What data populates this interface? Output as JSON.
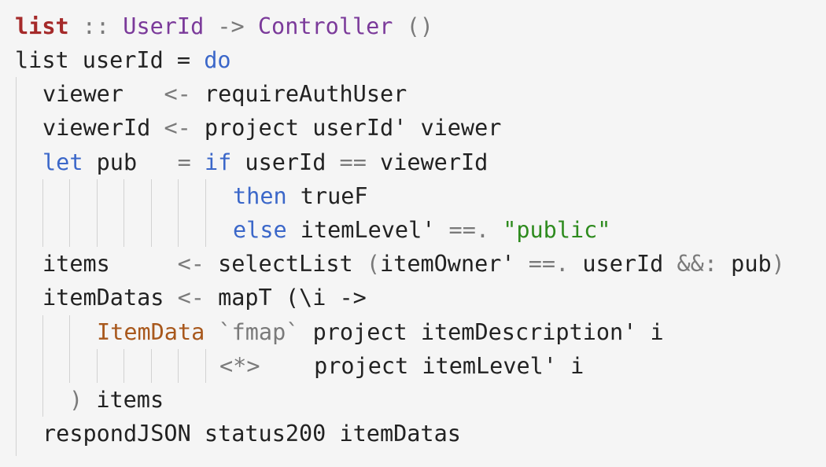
{
  "code": {
    "l1": {
      "fn": "list",
      "sep": " :: ",
      "t1": "UserId",
      "arrow": " -> ",
      "t2": "Controller",
      "unit": " ()"
    },
    "l2": {
      "a": "list userId ",
      "eq": "=",
      "sp": " ",
      "kw_do": "do"
    },
    "l3": {
      "name": "viewer   ",
      "op": "<-",
      "rest": " requireAuthUser"
    },
    "l4": {
      "name": "viewerId ",
      "op": "<-",
      "rest": " project userId' viewer"
    },
    "l5": {
      "kw_let": "let",
      "name": " pub   ",
      "eq": "=",
      "sp": " ",
      "kw_if": "if",
      "a": " userId ",
      "op": "==",
      "b": " viewerId"
    },
    "l6": {
      "kw_then": "then",
      "rest": " trueF"
    },
    "l7": {
      "kw_else": "else",
      "a": " itemLevel' ",
      "op": "==.",
      "sp": " ",
      "str": "\"public\""
    },
    "l8": {
      "name": "items     ",
      "op": "<-",
      "a": " selectList ",
      "p1": "(",
      "b": "itemOwner' ",
      "op2": "==.",
      "c": " userId ",
      "op3": "&&:",
      "d": " pub",
      "p2": ")"
    },
    "l9": {
      "name": "itemDatas ",
      "op": "<-",
      "a": " mapT ",
      "p": "(\\i ->"
    },
    "l10": {
      "con": "ItemData",
      "sp": " ",
      "tick": "`fmap`",
      "rest": " project itemDescription' i"
    },
    "l11": {
      "op": "<*>",
      "rest": "    project itemLevel' i"
    },
    "l12": {
      "p": ")",
      "rest": " items"
    },
    "l13": {
      "text": "respondJSON status200 itemDatas"
    }
  },
  "colors": {
    "background": "#f5f5f5",
    "text": "#222222",
    "function_name": "#a52a2a",
    "type": "#7b3a9a",
    "keyword": "#3b67c9",
    "string": "#2e8b1e",
    "constructor": "#a8581c",
    "operator": "#7a7a7a",
    "indent_guide": "#d2d2d2"
  }
}
